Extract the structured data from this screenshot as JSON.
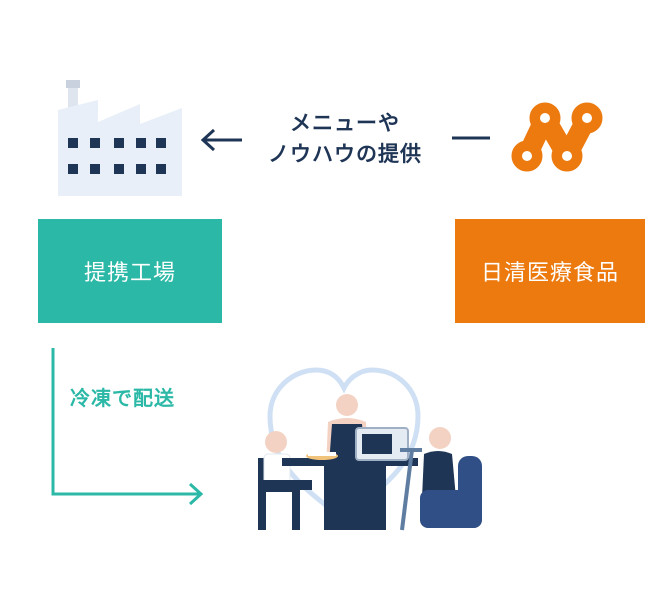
{
  "flow": {
    "menu_line1": "メニューや",
    "menu_line2": "ノウハウの提供",
    "shipping": "冷凍で配送"
  },
  "boxes": {
    "factory": "提携工場",
    "company": "日清医療食品"
  },
  "colors": {
    "teal": "#2bb8a6",
    "orange": "#ec7a0f",
    "navy": "#1f3556",
    "factory_light": "#e8eff8",
    "heart_outline": "#cfe0f4"
  },
  "icons": [
    "factory-icon",
    "company-logo-icon",
    "left-arrow-icon",
    "dash-line-icon",
    "delivery-arrow-icon",
    "dining-scene-illustration"
  ]
}
